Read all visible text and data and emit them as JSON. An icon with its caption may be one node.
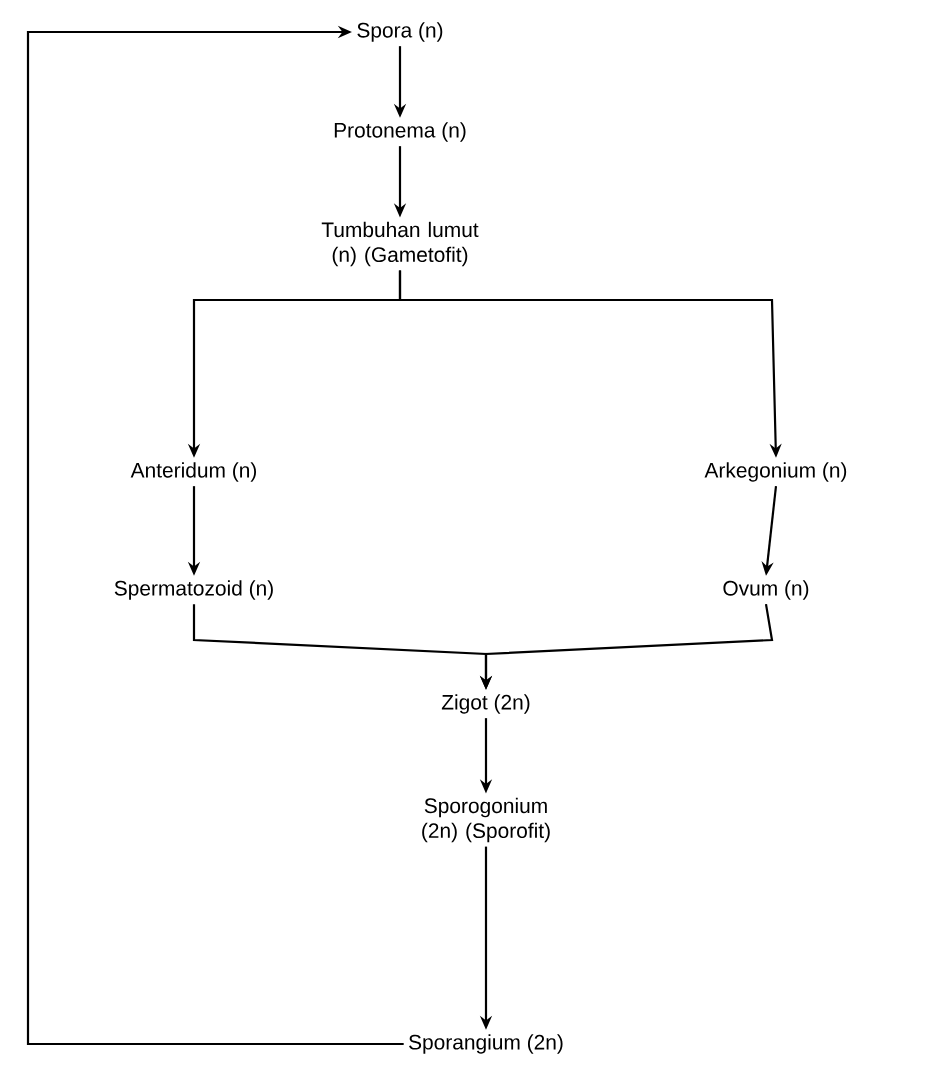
{
  "diagram": {
    "nodes": [
      {
        "text": [
          "Spora (n)"
        ]
      },
      {
        "text": [
          "Protonema (n)"
        ]
      },
      {
        "text": [
          "Tumbuhan lumut (n) (Gametofit)"
        ]
      },
      {
        "text": [
          "Anteridum (n)"
        ]
      },
      {
        "text": [
          "Arkegonium (n)"
        ]
      },
      {
        "text": [
          "Spermatozoid (n)"
        ]
      },
      {
        "text": [
          "Ovum (n)"
        ]
      },
      {
        "text": [
          "Zigot (2n)"
        ]
      },
      {
        "text": [
          "Sporogonium (2n) (Sporofit)"
        ]
      },
      {
        "text": [
          "Sporangium (2n)"
        ]
      }
    ],
    "edges": [
      {
        "from": 0,
        "to": 1,
        "arrow": "to"
      },
      {
        "from": 1,
        "to": 2,
        "arrow": "to"
      },
      {
        "from": 2,
        "to": 3,
        "arrow": "to"
      },
      {
        "from": 2,
        "to": 4,
        "arrow": "to"
      },
      {
        "from": 3,
        "to": 5,
        "arrow": "to"
      },
      {
        "from": 4,
        "to": 6,
        "arrow": "to"
      },
      {
        "from": 5,
        "to": 7,
        "arrow": "to"
      },
      {
        "from": 6,
        "to": 7,
        "arrow": "to"
      },
      {
        "from": 7,
        "to": 8,
        "arrow": "to"
      },
      {
        "from": 8,
        "to": 9,
        "arrow": "to"
      },
      {
        "from": 9,
        "to": 0,
        "arrow": "to"
      }
    ]
  }
}
